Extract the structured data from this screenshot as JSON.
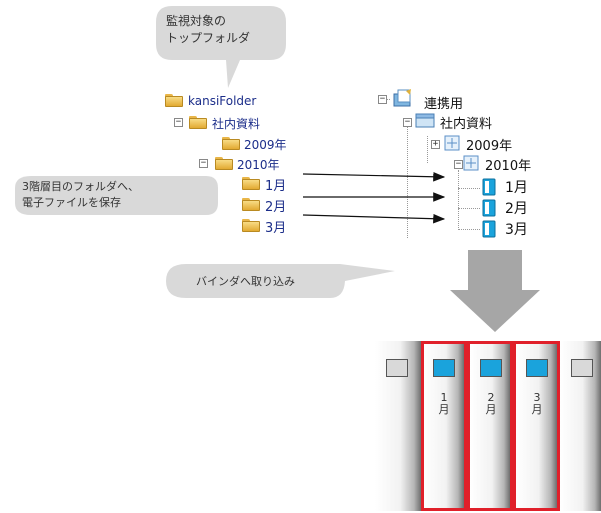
{
  "callouts": {
    "top_folder": [
      "監視対象の",
      "トップフォルダ"
    ],
    "third_level": [
      "3階層目のフォルダへ、",
      "電子ファイルを保存"
    ],
    "binder_import": "バインダへ取り込み"
  },
  "left_tree": {
    "root": "kansiFolder",
    "level1": "社内資料",
    "years": [
      "2009年",
      "2010年"
    ],
    "months": [
      "1月",
      "2月",
      "3月"
    ]
  },
  "right_tree": {
    "root": "連携用",
    "level1": "社内資料",
    "years": [
      "2009年",
      "2010年"
    ],
    "months": [
      "1月",
      "2月",
      "3月"
    ],
    "expand_collapsed": "+",
    "expand_open": "−"
  },
  "binders": {
    "months": [
      "1",
      "2",
      "3"
    ],
    "suffix": "月"
  },
  "colors": {
    "callout_bg": "#d9d9d9",
    "arrow_gray": "#a6a6a6",
    "binder_red": "#e0202a",
    "label_blue": "#1aa3dc",
    "label_gray": "#d9d9d9",
    "tree_text_blue": "#1c2e8a"
  }
}
